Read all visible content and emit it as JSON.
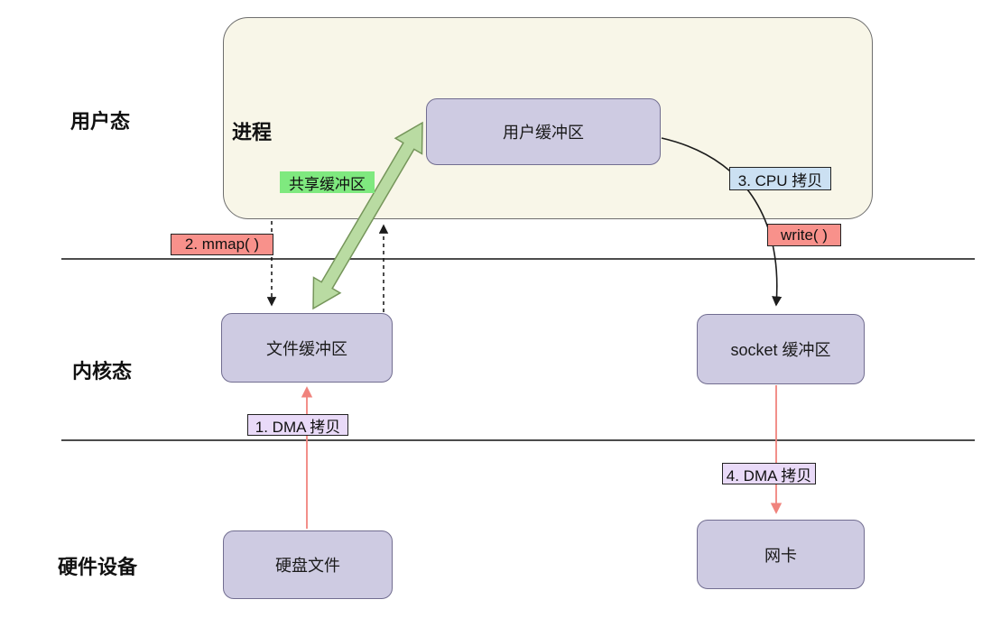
{
  "regions": {
    "user_mode": "用户态",
    "kernel_mode": "内核态",
    "hardware": "硬件设备"
  },
  "process": {
    "label": "进程"
  },
  "nodes": {
    "user_buffer": "用户缓冲区",
    "file_buffer": "文件缓冲区",
    "socket_buffer": "socket 缓冲区",
    "disk_file": "硬盘文件",
    "nic": "网卡"
  },
  "tags": {
    "shared_buffer": "共享缓冲区",
    "mmap": "2. mmap( )",
    "cpu_copy": "3. CPU 拷贝",
    "write": "write( )",
    "dma_copy_1": "1. DMA 拷贝",
    "dma_copy_4": "4. DMA 拷贝"
  },
  "colors": {
    "process_fill": "#f8f6e8",
    "node_fill": "#cecbe2",
    "node_border": "#716d90",
    "shared_buffer_bg": "#7fe97f",
    "syscall_tag_bg": "#f8918b",
    "cpu_copy_tag_bg": "#cbe0f2",
    "dma_tag_bg": "#e9daf8",
    "green_arrow_fill": "#b9dba2",
    "green_arrow_border": "#75955a",
    "red_arrow": "#f0837d",
    "black_arrow": "#1c1c1c",
    "separator_line": "#4c4c4c"
  }
}
